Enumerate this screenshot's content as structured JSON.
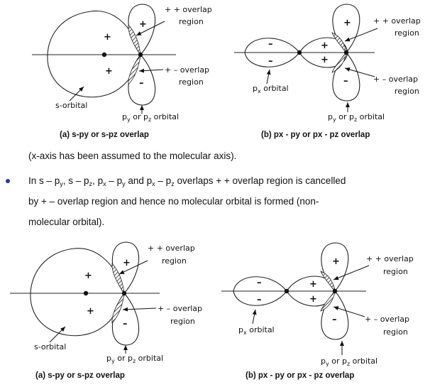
{
  "diagram_a": {
    "pp_overlap_label": "+ + overlap",
    "pp_overlap_label_line2": "region",
    "pm_overlap_label": "+ – overlap",
    "pm_overlap_label_line2": "region",
    "s_orbital_label": "s-orbital",
    "p_orbital_label_pre": "p",
    "p_orbital_label_sub1": "y",
    "p_orbital_label_mid": " or p",
    "p_orbital_label_sub2": "z",
    "p_orbital_label_post": " orbital",
    "caption": "(a) s-py or s-pz overlap",
    "plus": "+",
    "minus": "–"
  },
  "diagram_b": {
    "pp_overlap_label": "+ + overlap",
    "pp_overlap_label_line2": "region",
    "pm_overlap_label": "+ – overlap",
    "pm_overlap_label_line2": "region",
    "px_label_pre": "p",
    "px_label_sub": "x",
    "px_label_post": " orbital",
    "p_orbital_label_pre": "p",
    "p_orbital_label_sub1": "y",
    "p_orbital_label_mid": " or p",
    "p_orbital_label_sub2": "z",
    "p_orbital_label_post": " orbital",
    "caption": "(b) px - py or px - pz overlap",
    "plus": "+",
    "minus": "–"
  },
  "text": {
    "axis_note": "(x-axis has been assumed to the molecular axis).",
    "bullet_line1_a": "In s – p",
    "bullet_line1_b": "y",
    "bullet_line1_c": ",  s – p",
    "bullet_line1_d": "z",
    "bullet_line1_e": ", p",
    "bullet_line1_f": "x",
    "bullet_line1_g": " – p",
    "bullet_line1_h": "y",
    "bullet_line1_i": " and  p",
    "bullet_line1_j": "x",
    "bullet_line1_k": " – p",
    "bullet_line1_l": "z",
    "bullet_line1_m": "  overlaps + + overlap region is cancelled",
    "bullet_line2": "by  +  –  overlap  region  and  hence  no  molecular  orbital  is  formed  (non-",
    "bullet_line3": "molecular orbital)."
  }
}
